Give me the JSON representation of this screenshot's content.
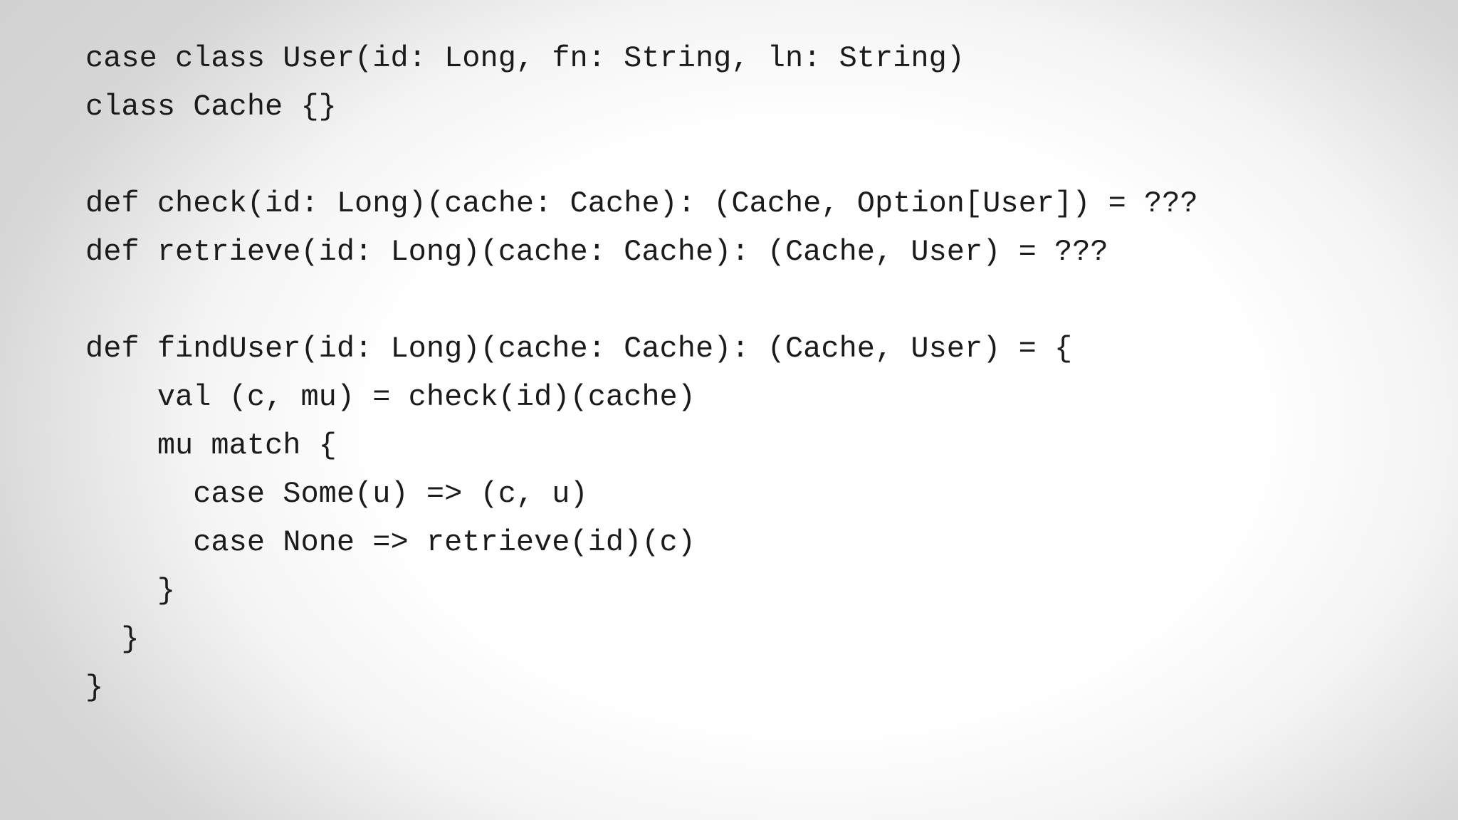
{
  "slide": {
    "type": "presentation-code-slide",
    "background_center_color": "#ffffff",
    "background_edge_color": "#cdcdcd",
    "text_color": "#1b1b1b"
  },
  "code": {
    "language": "scala",
    "lines": [
      "case class User(id: Long, fn: String, ln: String)",
      "class Cache {}",
      "",
      "def check(id: Long)(cache: Cache): (Cache, Option[User]) = ???",
      "def retrieve(id: Long)(cache: Cache): (Cache, User) = ???",
      "",
      "def findUser(id: Long)(cache: Cache): (Cache, User) = {",
      "    val (c, mu) = check(id)(cache)",
      "    mu match {",
      "      case Some(u) => (c, u)",
      "      case None => retrieve(id)(c)",
      "    }",
      "  }",
      "}"
    ]
  }
}
